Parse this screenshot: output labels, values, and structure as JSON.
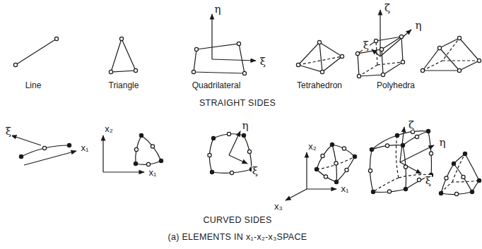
{
  "diagram": {
    "caption": "(a) ELEMENTS IN x₁-x₂-x₃SPACE",
    "labels": [
      "η",
      "ξ",
      "ζ",
      "η",
      "ξ",
      "Line",
      "Triangle",
      "Quadrilateral",
      "Tetrahedron",
      "Polyhedra",
      "STRAIGHT SIDES",
      "ξ",
      "x₁",
      "x₂",
      "x₁",
      "η",
      "ξ",
      "x₂",
      "x₃",
      "x₁",
      "ζ",
      "η",
      "ξ",
      "CURVED SIDES"
    ]
  }
}
